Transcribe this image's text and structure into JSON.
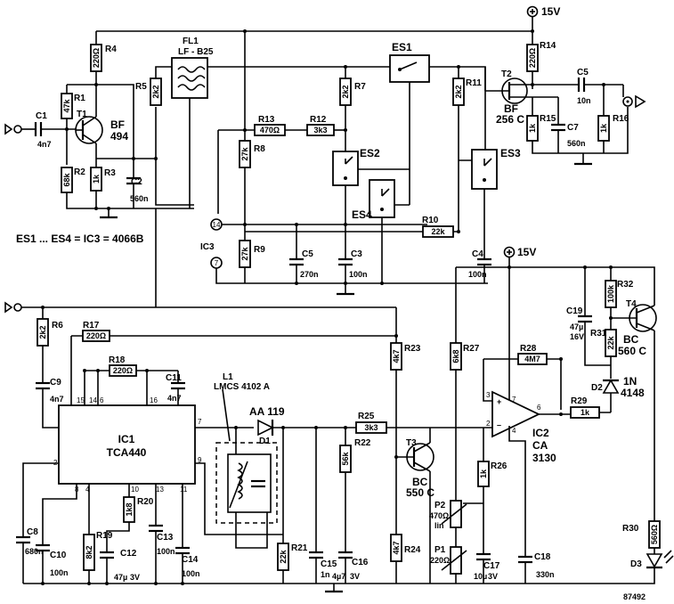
{
  "supply": {
    "top": "15V",
    "mid": "15V"
  },
  "note": "ES1 ... ES4 = IC3 = 4066B",
  "figure_number": "87492",
  "ic1": {
    "ref": "IC1",
    "part": "TCA440",
    "pins": [
      "15",
      "14",
      "6",
      "16",
      "7",
      "9",
      "2",
      "8",
      "4",
      "10",
      "13",
      "11"
    ]
  },
  "ic2": {
    "ref": "IC2",
    "part": "CA",
    "part2": "3130",
    "pins": [
      "3",
      "2",
      "7",
      "4",
      "6"
    ]
  },
  "ic3": {
    "ref": "IC3",
    "pin14": "14",
    "pin7": "7"
  },
  "filter": {
    "ref": "FL1",
    "part": "LF - B25"
  },
  "coil": {
    "ref": "L1",
    "part": "LMCS 4102 A"
  },
  "switches": [
    "ES1",
    "ES2",
    "ES3",
    "ES4"
  ],
  "transistors": {
    "t1": {
      "ref": "T1",
      "type": "BF",
      "num": "494"
    },
    "t2": {
      "ref": "T2",
      "type": "BF",
      "num": "256 C"
    },
    "t3": {
      "ref": "T3",
      "type": "BC",
      "num": "550 C"
    },
    "t4": {
      "ref": "T4",
      "type": "BC",
      "num": "560 C"
    }
  },
  "diodes": {
    "d1": {
      "ref": "D1",
      "type": "AA 119"
    },
    "d2": {
      "ref": "D2",
      "type": "1N",
      "num": "4148"
    },
    "d3": {
      "ref": "D3"
    }
  },
  "resistors": {
    "r1": {
      "ref": "R1",
      "value": "47k"
    },
    "r2": {
      "ref": "R2",
      "value": "68k"
    },
    "r3": {
      "ref": "R3",
      "value": "1k"
    },
    "r4": {
      "ref": "R4",
      "value": "220Ω"
    },
    "r5": {
      "ref": "R5",
      "value": "2k2"
    },
    "r6": {
      "ref": "R6",
      "value": "2k2"
    },
    "r7": {
      "ref": "R7",
      "value": "2k2"
    },
    "r8": {
      "ref": "R8",
      "value": "27k"
    },
    "r9": {
      "ref": "R9",
      "value": "27k"
    },
    "r10": {
      "ref": "R10",
      "value": "22k"
    },
    "r11": {
      "ref": "R11",
      "value": "2k2"
    },
    "r12": {
      "ref": "R12",
      "value": "3k3"
    },
    "r13": {
      "ref": "R13",
      "value": "470Ω"
    },
    "r14": {
      "ref": "R14",
      "value": "220Ω"
    },
    "r15": {
      "ref": "R15",
      "value": "1k"
    },
    "r16": {
      "ref": "R16",
      "value": "1k"
    },
    "r17": {
      "ref": "R17",
      "value": "220Ω"
    },
    "r18": {
      "ref": "R18",
      "value": "220Ω"
    },
    "r19": {
      "ref": "R19",
      "value": "8k2"
    },
    "r20": {
      "ref": "R20",
      "value": "1k8"
    },
    "r21": {
      "ref": "R21",
      "value": "22k"
    },
    "r22": {
      "ref": "R22",
      "value": "56k"
    },
    "r23": {
      "ref": "R23",
      "value": "4k7"
    },
    "r24": {
      "ref": "R24",
      "value": "4k7"
    },
    "r25": {
      "ref": "R25",
      "value": "3k3"
    },
    "r26": {
      "ref": "R26",
      "value": "1k"
    },
    "r27": {
      "ref": "R27",
      "value": "6k8"
    },
    "r28": {
      "ref": "R28",
      "value": "4M7"
    },
    "r29": {
      "ref": "R29",
      "value": "1k"
    },
    "r30": {
      "ref": "R30",
      "value": "560Ω"
    },
    "r31": {
      "ref": "R31",
      "value": "22k"
    },
    "r32": {
      "ref": "R32",
      "value": "100k"
    }
  },
  "pots": {
    "p1": {
      "ref": "P1",
      "value": "220Ω"
    },
    "p2": {
      "ref": "P2",
      "value": "470Ω",
      "note": "lin"
    }
  },
  "capacitors": {
    "c1": {
      "ref": "C1",
      "value": "4n7"
    },
    "c2": {
      "ref": "C2",
      "value": "560n"
    },
    "c3": {
      "ref": "C3",
      "value": "100n"
    },
    "c4": {
      "ref": "C4",
      "value": "100n"
    },
    "c5": {
      "ref": "C5",
      "value": "270n"
    },
    "c5b": {
      "ref": "C5",
      "value": "10n"
    },
    "c7": {
      "ref": "C7",
      "value": "560n"
    },
    "c8": {
      "ref": "C8",
      "value": "680n"
    },
    "c9": {
      "ref": "C9",
      "value": "4n7"
    },
    "c10": {
      "ref": "C10",
      "value": "100n"
    },
    "c11": {
      "ref": "C11",
      "value": "4n7"
    },
    "c12": {
      "ref": "C12",
      "value": "47µ",
      "voltage": "3V"
    },
    "c13": {
      "ref": "C13",
      "value": "100n"
    },
    "c14": {
      "ref": "C14",
      "value": "100n"
    },
    "c15": {
      "ref": "C15",
      "value": "1n"
    },
    "c16": {
      "ref": "C16",
      "value": "4µ7",
      "voltage": "3V"
    },
    "c17": {
      "ref": "C17",
      "value": "10µ",
      "voltage": "3V"
    },
    "c18": {
      "ref": "C18",
      "value": "330n"
    },
    "c19": {
      "ref": "C19",
      "value": "47µ",
      "voltage": "16V"
    }
  }
}
